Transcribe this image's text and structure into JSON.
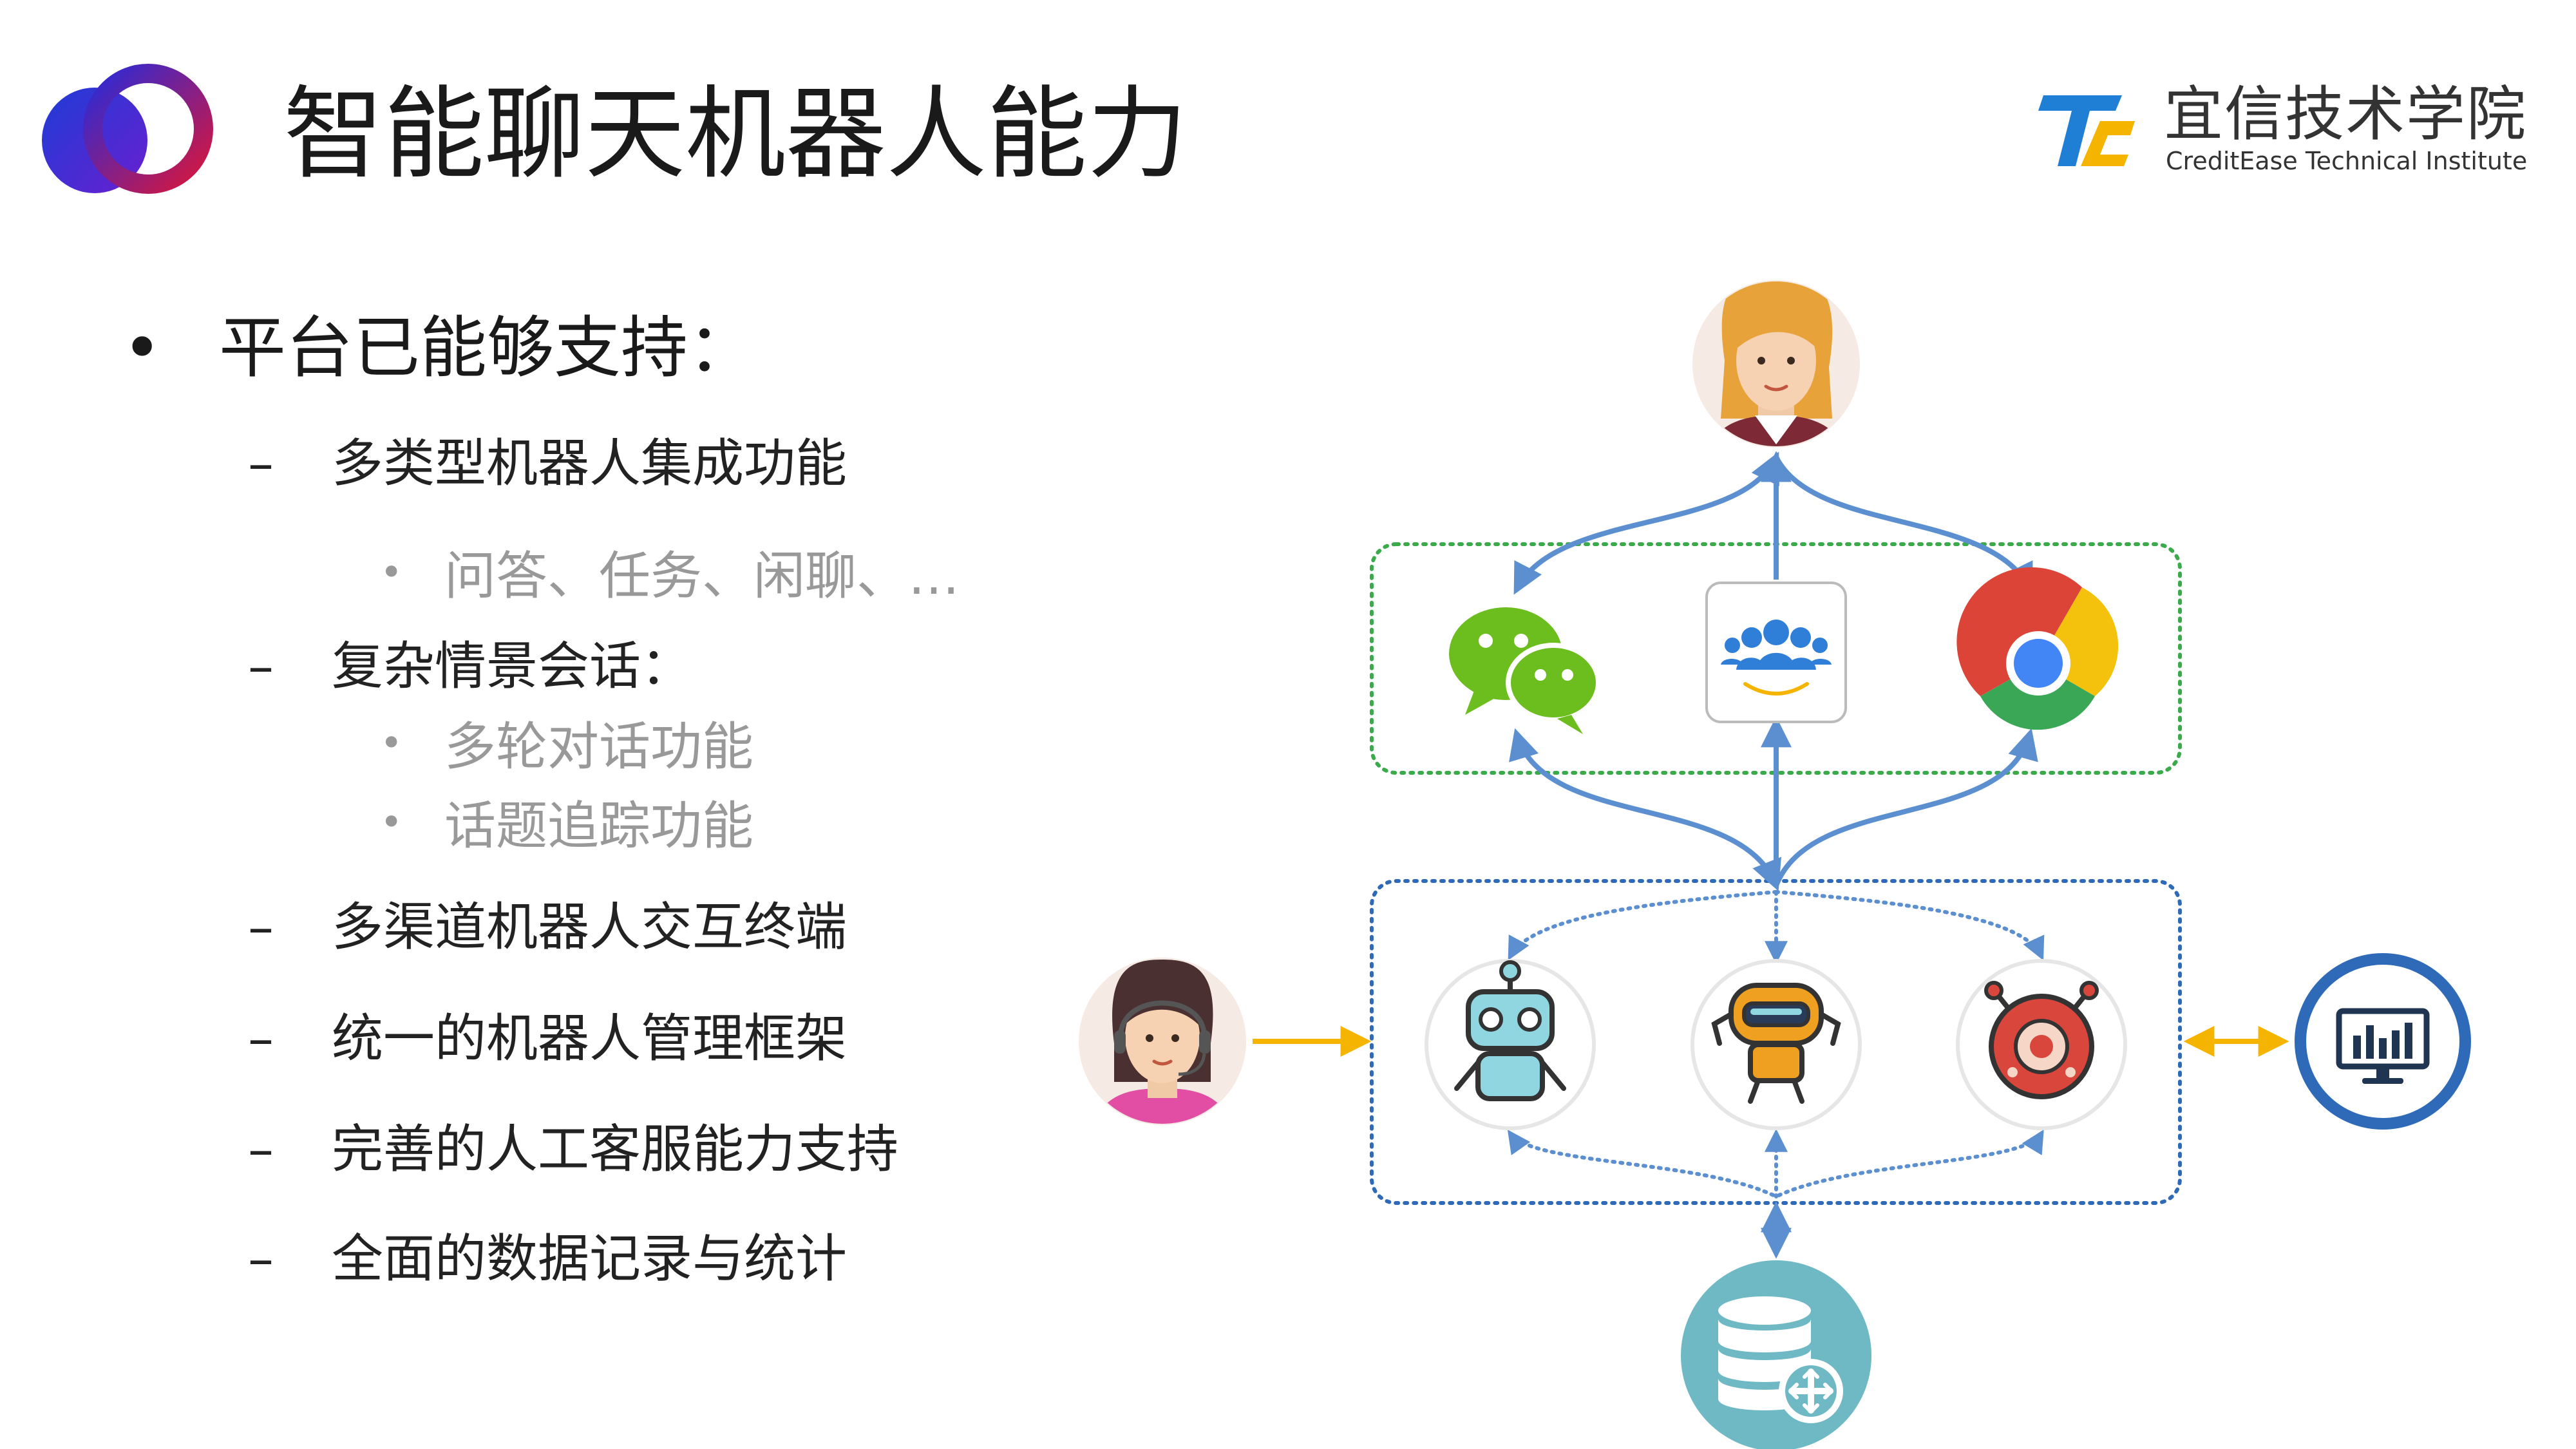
{
  "slide": {
    "title": "智能聊天机器人能力"
  },
  "institute": {
    "name_cn": "宜信技术学院",
    "name_en": "CreditEase Technical Institute"
  },
  "bullets": [
    {
      "level": 1,
      "marker": "•",
      "text": "平台已能够支持："
    },
    {
      "level": 2,
      "marker": "–",
      "text": "多类型机器人集成功能"
    },
    {
      "level": 3,
      "marker": "•",
      "text": "问答、任务、闲聊、…"
    },
    {
      "level": 2,
      "marker": "–",
      "text": "复杂情景会话："
    },
    {
      "level": 3,
      "marker": "•",
      "text": "多轮对话功能"
    },
    {
      "level": 3,
      "marker": "•",
      "text": "话题追踪功能"
    },
    {
      "level": 2,
      "marker": "–",
      "text": "多渠道机器人交互终端"
    },
    {
      "level": 2,
      "marker": "–",
      "text": "统一的机器人管理框架"
    },
    {
      "level": 2,
      "marker": "–",
      "text": "完善的人工客服能力支持"
    },
    {
      "level": 2,
      "marker": "–",
      "text": "全面的数据记录与统计"
    }
  ],
  "colors": {
    "arrow_blue": "#5b8fd0",
    "arrow_yellow": "#f4b400",
    "channel_border": "#3aaa4a",
    "bot_border": "#2e6ab8",
    "monitor_ring": "#2e6ab8",
    "database": "#6fb9c5",
    "logo_blue": "#1e3cd6",
    "logo_red": "#d8163c",
    "institute_blue": "#1f7fd4",
    "institute_yellow": "#f4b400"
  },
  "diagram": {
    "nodes": [
      {
        "id": "user",
        "icon": "user-avatar-icon"
      },
      {
        "id": "wechat",
        "icon": "wechat-icon"
      },
      {
        "id": "community",
        "icon": "community-app-icon"
      },
      {
        "id": "chrome",
        "icon": "chrome-browser-icon"
      },
      {
        "id": "bot1",
        "icon": "robot-icon"
      },
      {
        "id": "bot2",
        "icon": "robot-icon"
      },
      {
        "id": "bot3",
        "icon": "robot-icon"
      },
      {
        "id": "agent",
        "icon": "customer-service-agent-icon"
      },
      {
        "id": "monitor",
        "icon": "dashboard-monitor-icon"
      },
      {
        "id": "database",
        "icon": "database-icon"
      }
    ]
  }
}
